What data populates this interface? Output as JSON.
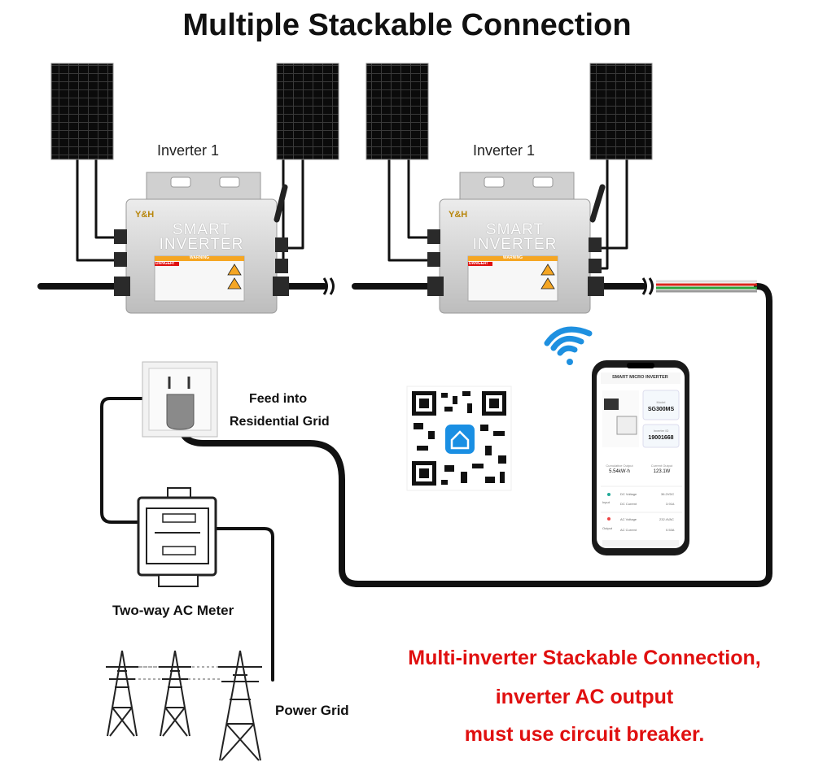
{
  "title": "Multiple Stackable Connection",
  "inverters": [
    {
      "label": "Inverter 1",
      "brand": "Y&H",
      "name_line1": "SMART",
      "name_line2": "INVERTER",
      "warning_header": "WARNING",
      "danger": "DANGER!"
    },
    {
      "label": "Inverter 1",
      "brand": "Y&H",
      "name_line1": "SMART",
      "name_line2": "INVERTER",
      "warning_header": "WARNING",
      "danger": "DANGER!"
    }
  ],
  "labels": {
    "feed_line1": "Feed into",
    "feed_line2": "Residential Grid",
    "meter": "Two-way AC Meter",
    "power_grid": "Power Grid"
  },
  "notes": [
    "Multi-inverter Stackable Connection,",
    "inverter AC output",
    "must use circuit breaker."
  ],
  "phone": {
    "header": "SMART MICRO INVERTER",
    "model_label": "Model",
    "model_value": "SG300MS",
    "inverter_id_label": "Inverter ID",
    "inverter_id_value": "19001668",
    "cumulative_label": "Cumulative Output",
    "cumulative_value": "5.54kW·h",
    "current_label": "Current Output",
    "current_value": "123.1W",
    "input_label": "Input",
    "dc_voltage_label": "DC Voltage",
    "dc_voltage_value": "36.2VDC",
    "dc_current_label": "DC Current",
    "dc_current_value": "3.91A",
    "output_label": "Output",
    "ac_voltage_label": "AC Voltage",
    "ac_voltage_value": "232.4VAC",
    "ac_current_label": "AC Current",
    "ac_current_value": "0.53A"
  },
  "colors": {
    "cable": "#111111",
    "note_red": "#e01010",
    "wifi_blue": "#1e90e0",
    "inverter_body": "#d8d8d8",
    "label_orange": "#f5a623"
  }
}
